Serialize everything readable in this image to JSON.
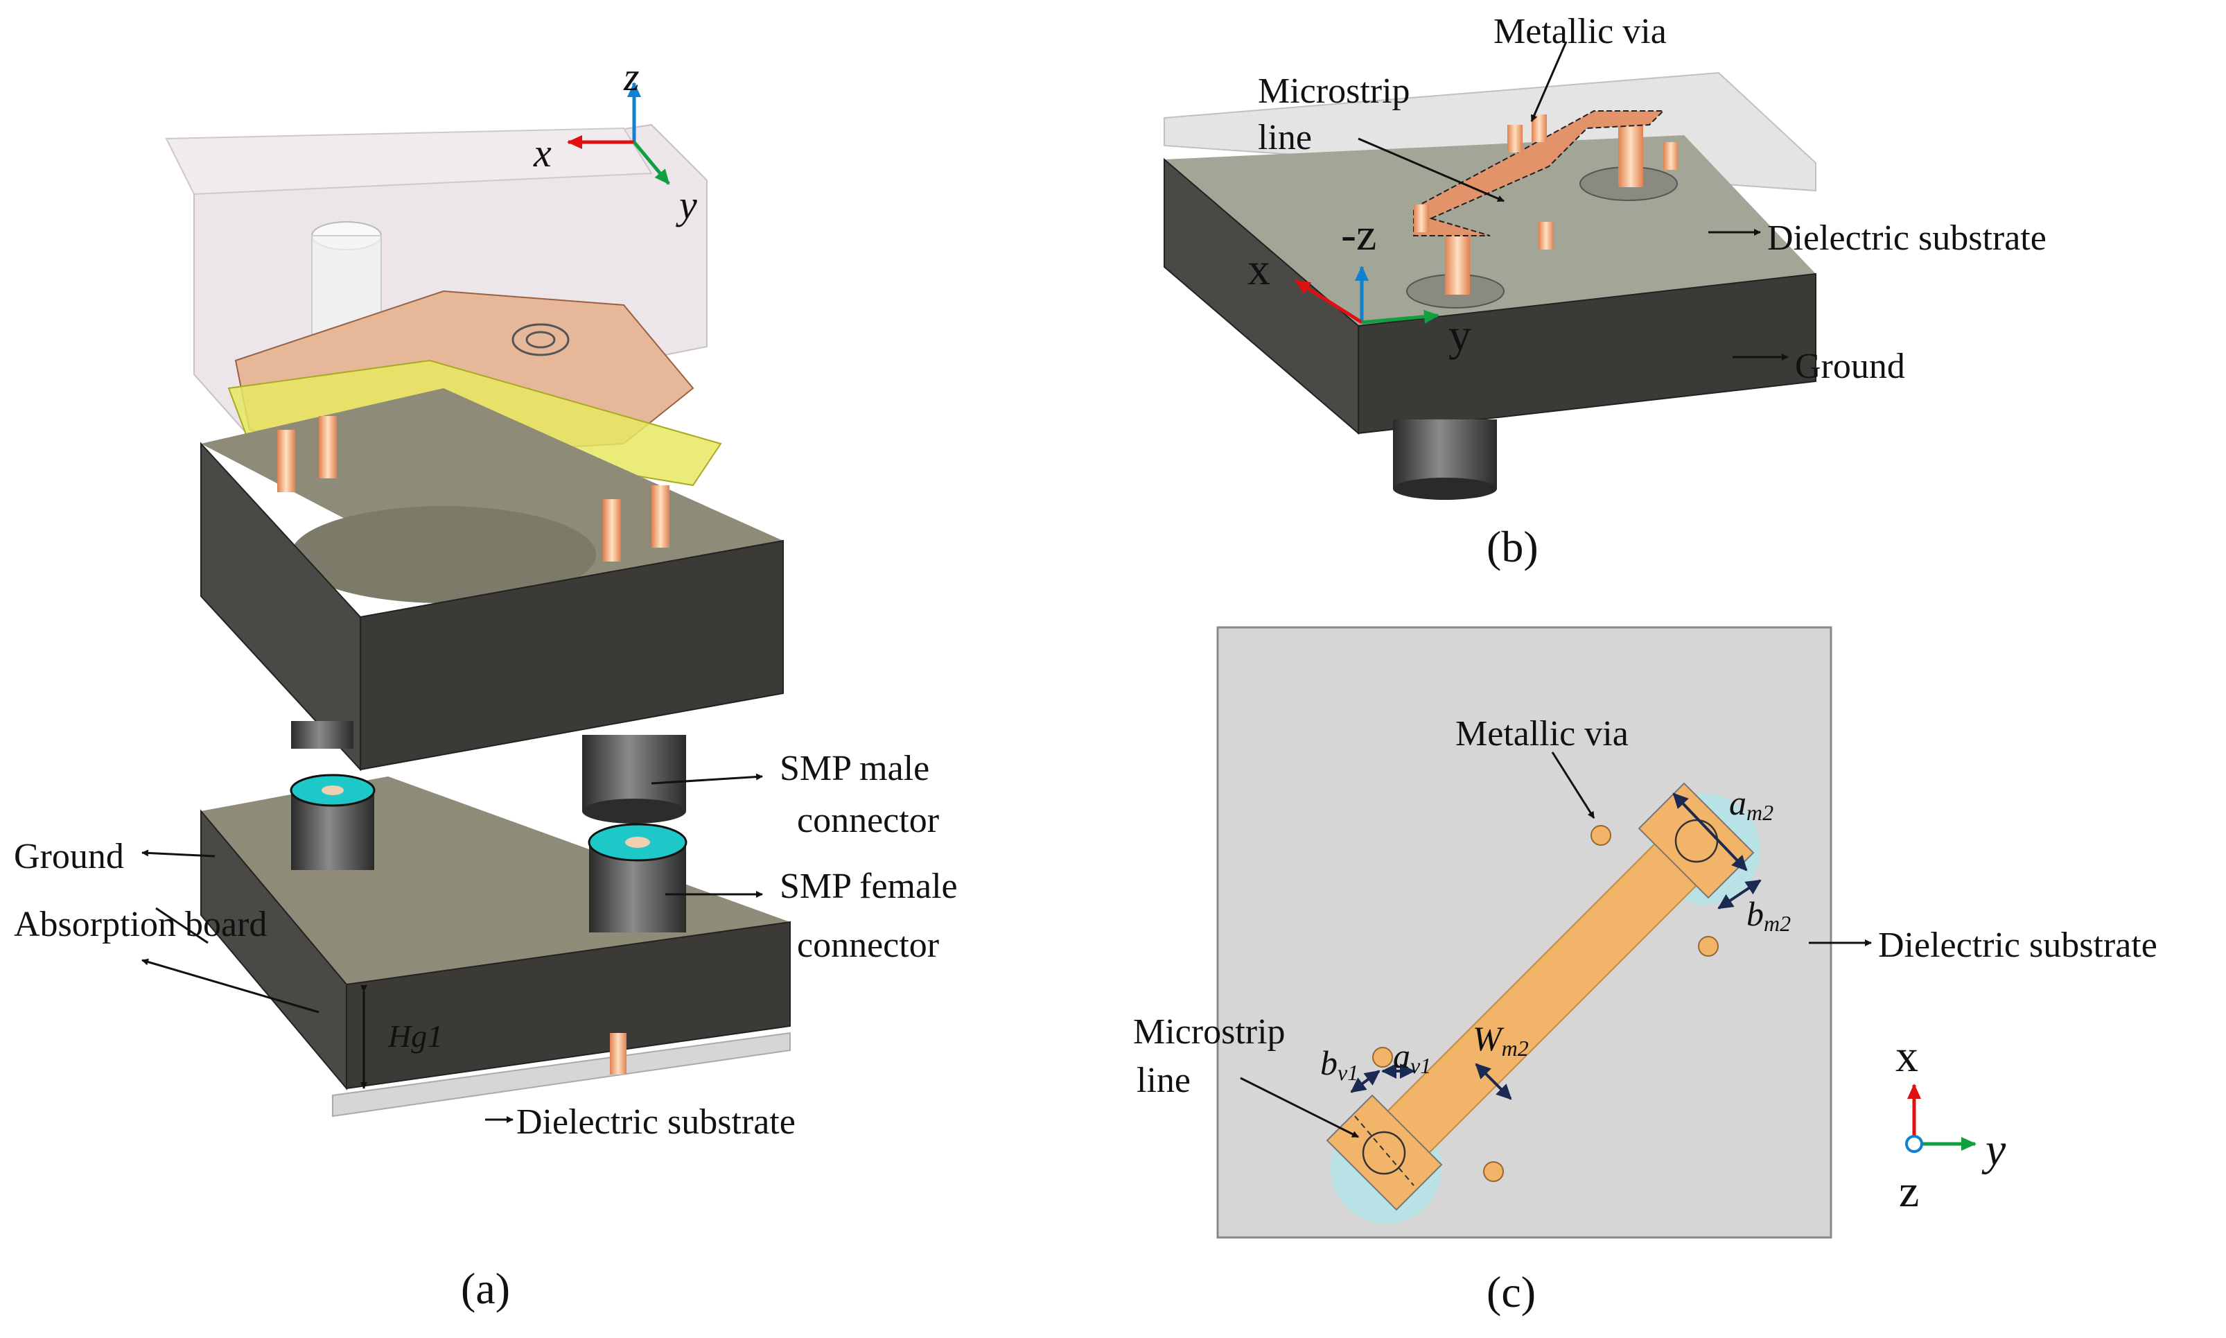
{
  "panel_a": {
    "caption": "(a)",
    "axes": {
      "z": "z",
      "x": "x",
      "y": "y"
    },
    "labels": {
      "ground": "Ground",
      "absorption_board": "Absorption board",
      "smp_male_1": "SMP male",
      "smp_male_2": "connector",
      "smp_female_1": "SMP female",
      "smp_female_2": "connector",
      "hg1": "Hg1",
      "dielectric_substrate": "Dielectric substrate"
    }
  },
  "panel_b": {
    "caption": "(b)",
    "axes": {
      "neg_z": "-z",
      "x": "x",
      "y": "y"
    },
    "labels": {
      "metallic_via": "Metallic via",
      "microstrip_1": "Microstrip",
      "microstrip_2": "line",
      "dielectric_substrate": "Dielectric substrate",
      "ground": "Ground"
    }
  },
  "panel_c": {
    "caption": "(c)",
    "axes": {
      "x": "x",
      "y": "y",
      "z": "z"
    },
    "labels": {
      "metallic_via": "Metallic via",
      "microstrip_1": "Microstrip",
      "microstrip_2": "line",
      "dielectric_substrate": "Dielectric substrate"
    },
    "dimensions": {
      "am2": {
        "base": "a",
        "sub": "m2"
      },
      "bm2": {
        "base": "b",
        "sub": "m2"
      },
      "wm2": {
        "base": "W",
        "sub": "m2"
      },
      "bv1": {
        "base": "b",
        "sub": "v1"
      },
      "av1": {
        "base": "a",
        "sub": "v1"
      }
    }
  },
  "colors": {
    "block_dark": "#3b3a37",
    "block_top": "#8e8b78",
    "substrate": "#d6d6d6",
    "copper": "#e6a86a",
    "strip_c": "#f2b469",
    "teal": "#1fc8c8",
    "pcb_yellow": "#e6e860",
    "axis_red": "#e01010",
    "axis_green": "#10a040",
    "axis_blue": "#1080d0"
  }
}
